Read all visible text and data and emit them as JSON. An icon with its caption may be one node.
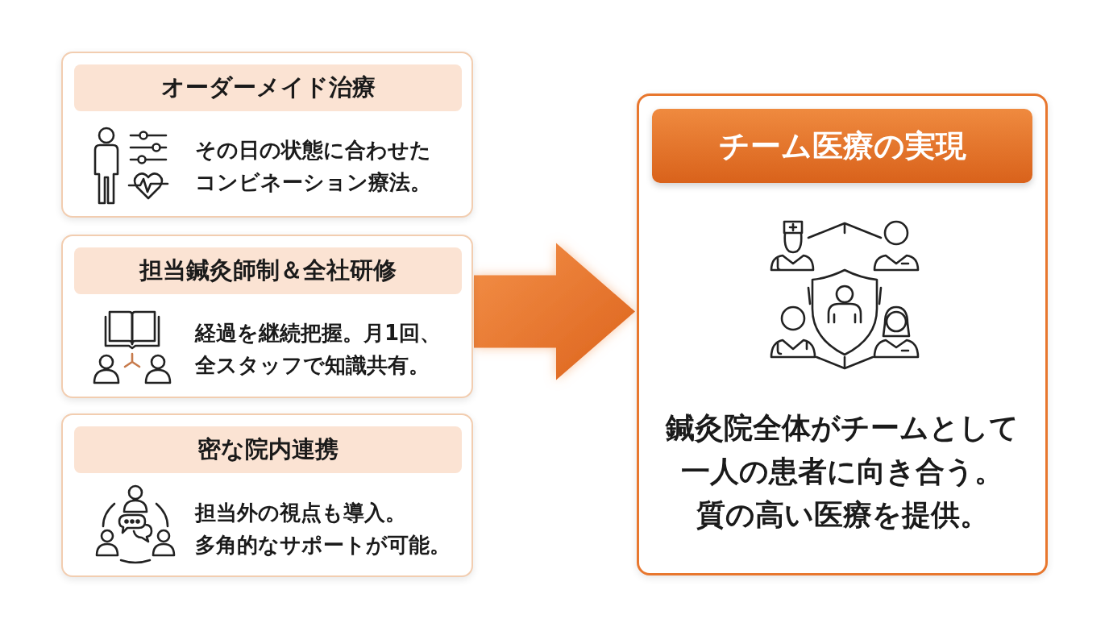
{
  "diagram": {
    "nodes": [
      {
        "text": [
          "オーダーメイド治療",
          "その日の状態に合わせたコンビネーション療法。"
        ]
      },
      {
        "text": [
          "担当鍼灸師制＆全社研修",
          "経過を継続把握。月1回、全スタッフで知識共有。"
        ]
      },
      {
        "text": [
          "密な院内連携",
          "担当外の視点も導入。多角的なサポートが可能。"
        ]
      },
      {
        "text": [
          "チーム医療の実現",
          "鍼灸院全体が**チーム**として一人の患者に向き合う。**質の高い医療**を提供。"
        ]
      }
    ],
    "edges": [
      {
        "from": 1,
        "to": 3,
        "arrow": "to"
      }
    ]
  }
}
